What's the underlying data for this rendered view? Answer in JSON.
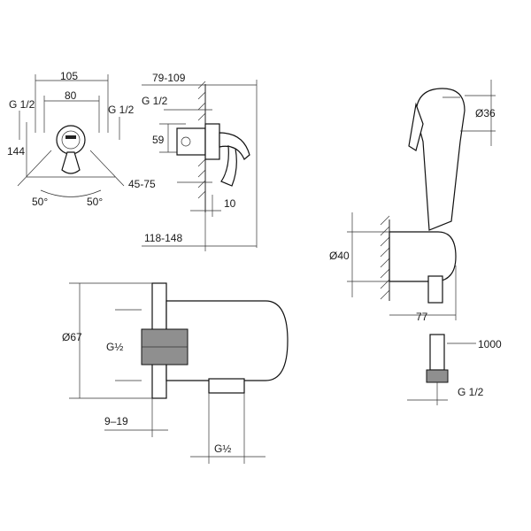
{
  "dimensions": {
    "valve_width": "105",
    "valve_inner": "80",
    "valve_thread_left": "G 1/2",
    "valve_thread_right": "G 1/2",
    "valve_height": "144",
    "valve_angle_left": "50°",
    "valve_angle_right": "50°",
    "side_range_top": "79-109",
    "side_thread": "G 1/2",
    "side_height": "59",
    "side_range_mid": "45-75",
    "side_offset": "10",
    "side_range_bottom": "118-148",
    "spray_diameter": "Ø36",
    "holder_diameter": "Ø40",
    "holder_depth": "77",
    "hose_length": "1000",
    "hose_thread": "G 1/2",
    "elbow_diameter": "Ø67",
    "elbow_thread": "G½",
    "elbow_range": "9–19",
    "elbow_outlet_thread": "G½"
  }
}
